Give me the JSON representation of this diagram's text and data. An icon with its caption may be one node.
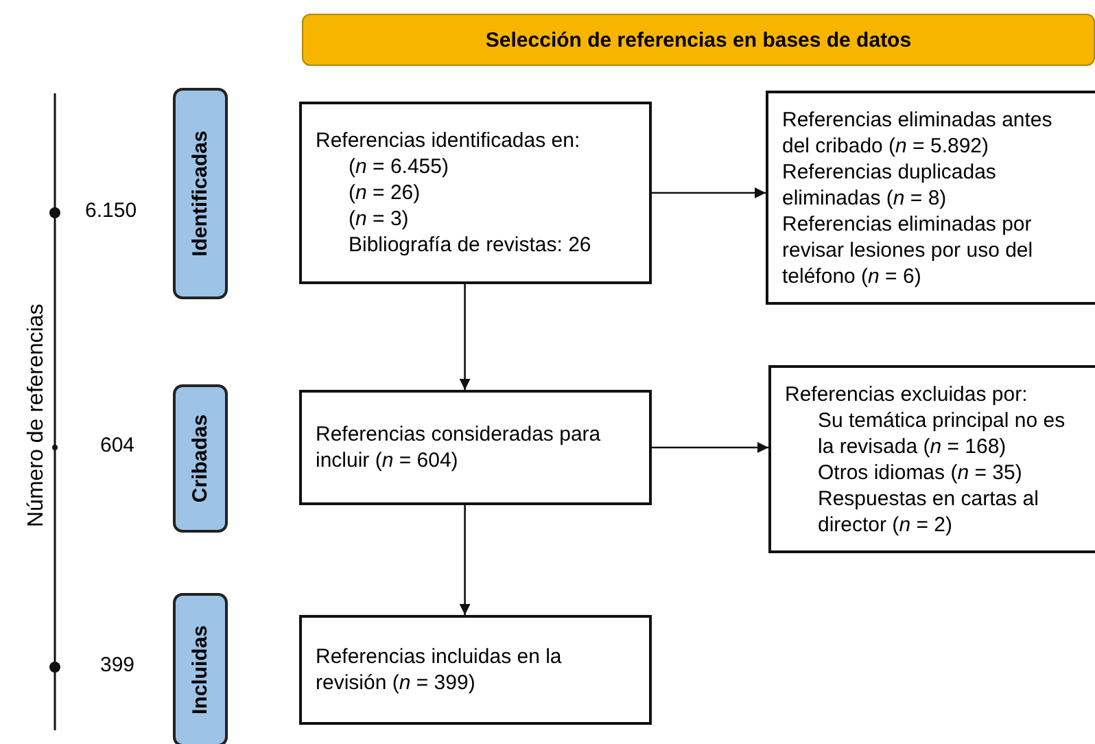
{
  "diagram": {
    "nodes": [
      {
        "text": [
          "Selección de referencias en bases de datos"
        ]
      },
      {
        "text": [
          "Identificadas"
        ]
      },
      {
        "text": [
          "Cribadas"
        ]
      },
      {
        "text": [
          "Incluidas"
        ]
      },
      {
        "text": [
          "Referencias identificadas en:",
          "(*n* = 6.455)",
          "(*n* = 26)",
          "(*n* = 3)",
          "Bibliografía de revistas: 26"
        ]
      },
      {
        "text": [
          "Referencias eliminadas antes del cribado (*n* = 5.892)",
          "Referencias duplicadas eliminadas (*n* = 8)",
          "Referencias eliminadas por revisar lesiones por uso del teléfono (*n* = 6)"
        ]
      },
      {
        "text": [
          "Referencias consideradas para incluir (*n* = 604)"
        ]
      },
      {
        "text": [
          "Referencias excluidas por:",
          "Su temática principal no es la revisada (*n* = 168)",
          "Otros idiomas (*n* = 35)",
          "Respuestas en cartas al director (*n* = 2)"
        ]
      },
      {
        "text": [
          "Referencias incluidas en la revisión (*n* = 399)"
        ]
      }
    ],
    "edges": [
      {
        "from": 4,
        "to": 5,
        "arrow": "to"
      },
      {
        "from": 4,
        "to": 6,
        "arrow": "to"
      },
      {
        "from": 6,
        "to": 7,
        "arrow": "to"
      },
      {
        "from": 6,
        "to": 8,
        "arrow": "to"
      }
    ],
    "labels": [
      "Número de referencias",
      "6.150",
      "604",
      "399"
    ]
  }
}
